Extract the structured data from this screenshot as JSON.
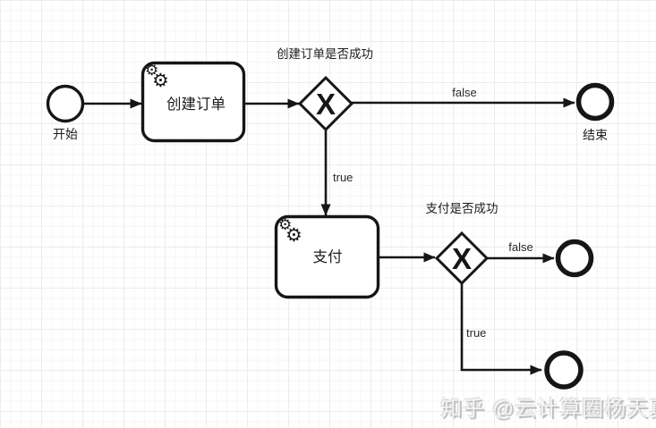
{
  "diagram": {
    "type": "bpmn-flowchart",
    "nodes": {
      "start": {
        "label": "开始"
      },
      "task_create_order": {
        "label": "创建订单"
      },
      "gateway_order": {
        "label": "创建订单是否成功",
        "symbol": "X"
      },
      "end_order": {
        "label": "结束"
      },
      "task_pay": {
        "label": "支付"
      },
      "gateway_pay": {
        "label": "支付是否成功",
        "symbol": "X"
      }
    },
    "edges": {
      "order_false": {
        "label": "false"
      },
      "order_true": {
        "label": "true"
      },
      "pay_false": {
        "label": "false"
      },
      "pay_true": {
        "label": "true"
      }
    },
    "icons": {
      "gear": "⚙"
    }
  },
  "watermark": {
    "text": "知乎 @云计算圈杨天真"
  },
  "colors": {
    "stroke": "#161616",
    "background": "#ffffff",
    "grid_minor": "#f6f6f6",
    "grid_major": "#ececec",
    "watermark": "#f2f2f2"
  }
}
